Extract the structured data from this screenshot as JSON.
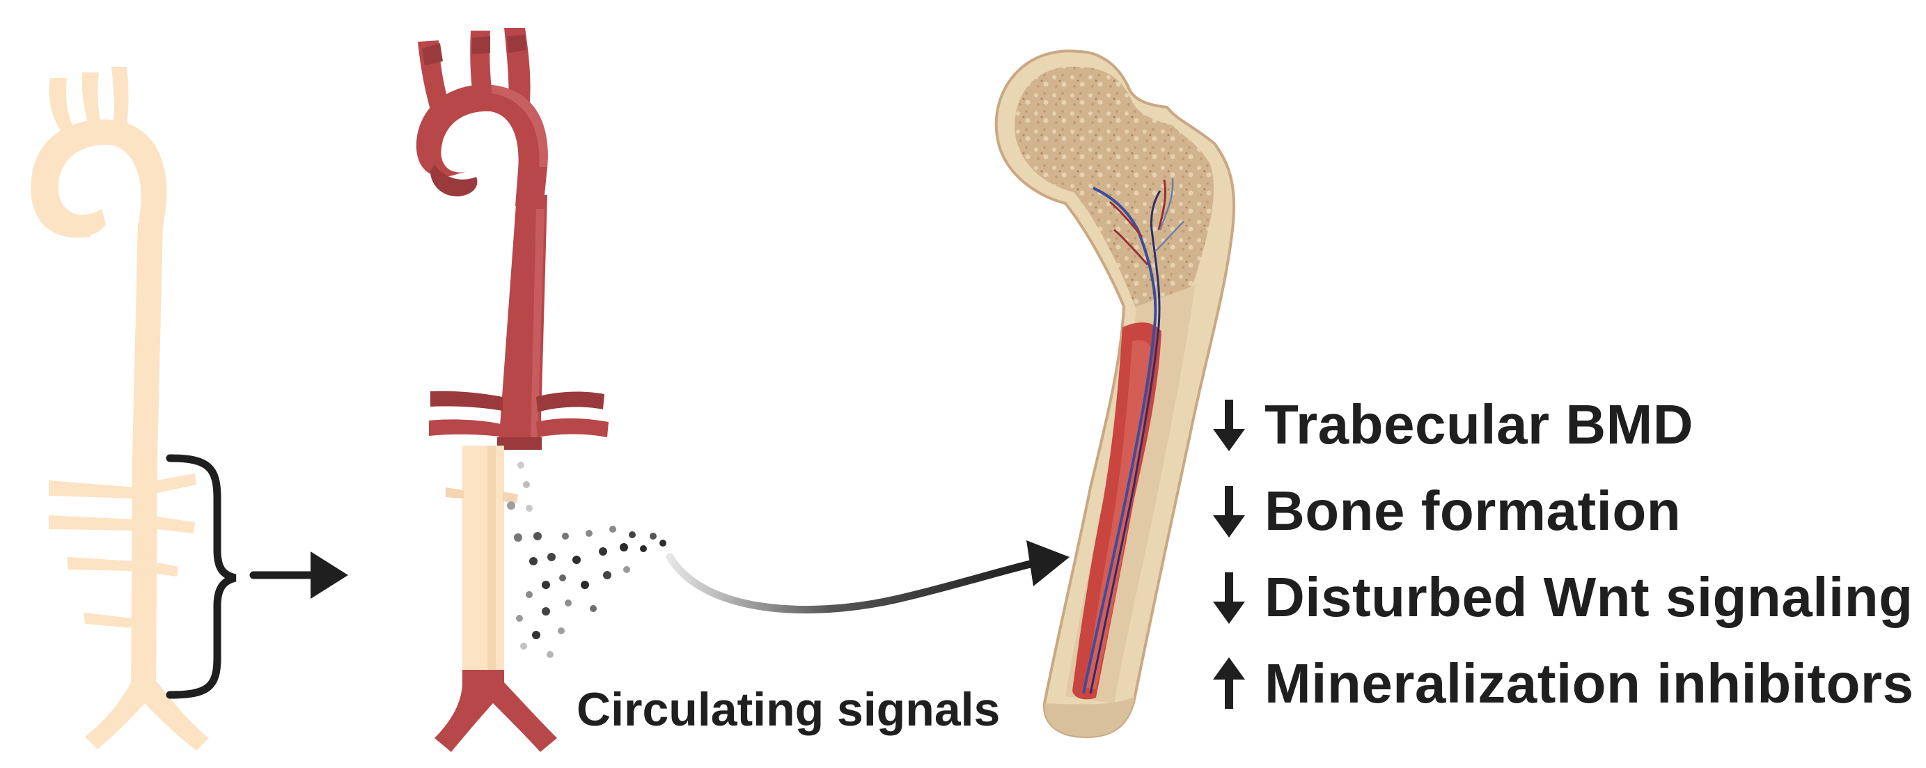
{
  "caption": {
    "circulating_signals": "Circulating signals"
  },
  "effects": [
    {
      "direction": "down",
      "label": "Trabecular BMD"
    },
    {
      "direction": "down",
      "label": "Bone formation"
    },
    {
      "direction": "down",
      "label": "Disturbed Wnt signaling"
    },
    {
      "direction": "up",
      "label": "Mineralization inhibitors"
    }
  ],
  "colors": {
    "aorta_healthy": "#fce3c4",
    "aorta_diseased": "#b8474a",
    "bone_outer": "#e9d6b3",
    "bone_inner": "#c9a883",
    "marrow": "#c9453f",
    "text": "#1f1f1f"
  }
}
